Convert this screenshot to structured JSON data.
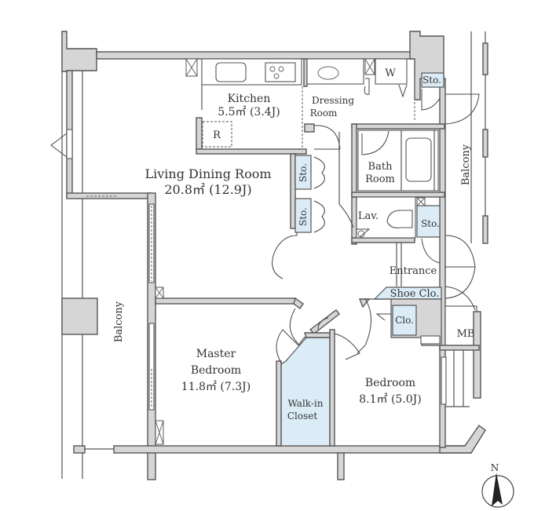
{
  "plan": {
    "rooms": {
      "kitchen": {
        "name": "Kitchen",
        "area": "5.5㎡ (3.4J)"
      },
      "living": {
        "name": "Living Dining Room",
        "area": "20.8㎡ (12.9J)"
      },
      "master": {
        "name_line1": "Master",
        "name_line2": "Bedroom",
        "area": "11.8㎡ (7.3J)"
      },
      "bedroom": {
        "name": "Bedroom",
        "area": "8.1㎡ (5.0J)"
      },
      "walkin": {
        "line1": "Walk-in",
        "line2": "Closet"
      },
      "dressing": {
        "line1": "Dressing",
        "line2": "Room"
      },
      "bath": {
        "line1": "Bath",
        "line2": "Room"
      },
      "lav": "Lav.",
      "entrance": "Entrance",
      "shoe_closet": "Shoe Clo.",
      "closet": "Clo.",
      "mb": "MB",
      "washer": "W",
      "fridge": "R",
      "storage": "Sto.",
      "balcony_east": "Balcony",
      "balcony_west": "Balcony"
    },
    "compass": {
      "north_label": "N"
    },
    "colors": {
      "wall_fill": "#d6d6d6",
      "storage_fill": "#dcecf7",
      "line": "#555555"
    }
  }
}
